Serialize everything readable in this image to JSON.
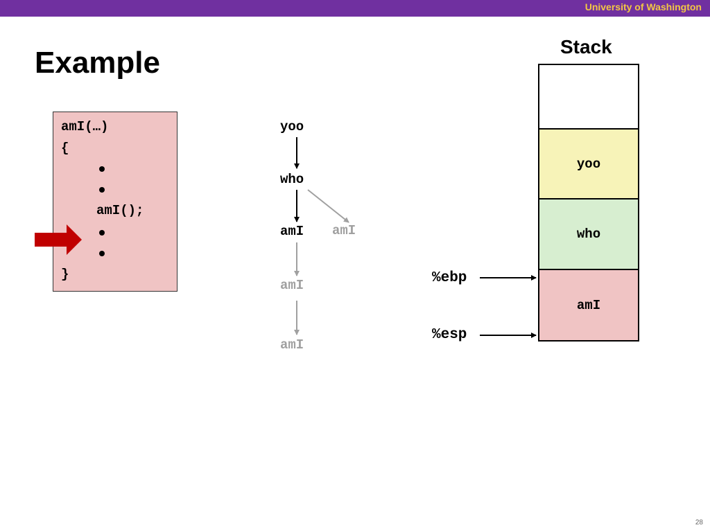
{
  "header": {
    "institution": "University of Washington",
    "bar_color": "#7030a0",
    "institution_color": "#f2c744"
  },
  "slide": {
    "title": "Example",
    "page_number": "28"
  },
  "code": {
    "lines": [
      "amI(…)",
      "{",
      "amI();",
      "}"
    ],
    "current_line_icon": "red-arrow-icon",
    "box_color": "#f0c4c4"
  },
  "call_graph": {
    "nodes": {
      "yoo": "yoo",
      "who": "who",
      "ami_active": "amI",
      "ami_side": "amI",
      "ami_2": "amI",
      "ami_3": "amI"
    }
  },
  "stack": {
    "title": "Stack",
    "frames": [
      {
        "label": "",
        "color": "#ffffff"
      },
      {
        "label": "yoo",
        "color": "#f7f3b8"
      },
      {
        "label": "who",
        "color": "#d7eed0"
      },
      {
        "label": "amI",
        "color": "#f0c4c4"
      }
    ],
    "registers": {
      "ebp": "%ebp",
      "esp": "%esp"
    }
  }
}
